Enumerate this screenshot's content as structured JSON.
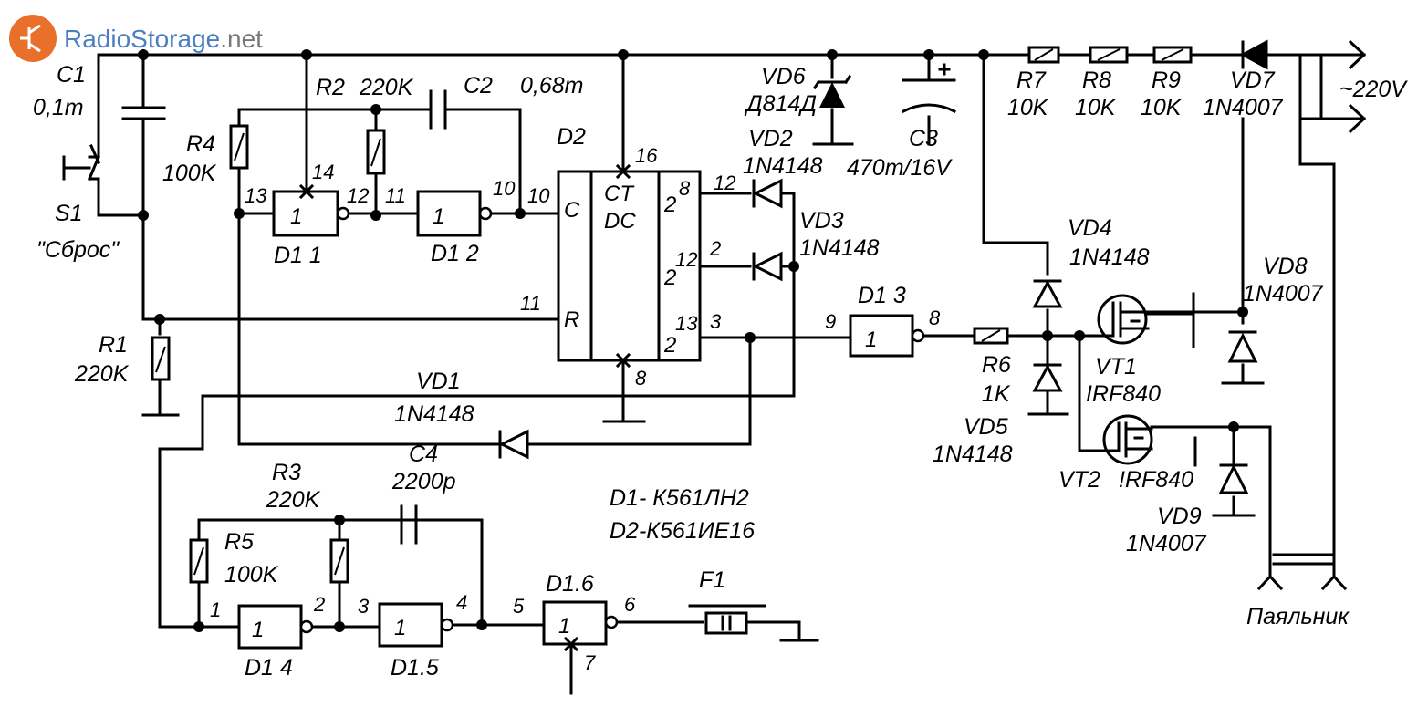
{
  "site": {
    "name_main": "RadioStorage",
    "name_suffix": ".net"
  },
  "components": {
    "C1": {
      "ref": "C1",
      "value": "0,1m"
    },
    "C2": {
      "ref": "C2",
      "value": "0,68m"
    },
    "C3": {
      "ref": "C3",
      "value": "470m/16V"
    },
    "C4": {
      "ref": "C4",
      "value": "2200p"
    },
    "R1": {
      "ref": "R1",
      "value": "220K"
    },
    "R2": {
      "ref": "R2",
      "value": "220K"
    },
    "R3": {
      "ref": "R3",
      "value": "220K"
    },
    "R4": {
      "ref": "R4",
      "value": "100K"
    },
    "R5": {
      "ref": "R5",
      "value": "100K"
    },
    "R6": {
      "ref": "R6",
      "value": "1K"
    },
    "R7": {
      "ref": "R7",
      "value": "10K"
    },
    "R8": {
      "ref": "R8",
      "value": "10K"
    },
    "R9": {
      "ref": "R9",
      "value": "10K"
    },
    "VD1": {
      "ref": "VD1",
      "value": "1N4148"
    },
    "VD2": {
      "ref": "VD2",
      "value": "1N4148"
    },
    "VD3": {
      "ref": "VD3",
      "value": "1N4148"
    },
    "VD4": {
      "ref": "VD4",
      "value": "1N4148"
    },
    "VD5": {
      "ref": "VD5",
      "value": "1N4148"
    },
    "VD6": {
      "ref": "VD6",
      "value": "Д814Д"
    },
    "VD7": {
      "ref": "VD7",
      "value": "1N4007"
    },
    "VD8": {
      "ref": "VD8",
      "value": "1N4007"
    },
    "VD9": {
      "ref": "VD9",
      "value": "1N4007"
    },
    "VT1": {
      "ref": "VT1",
      "value": "IRF840"
    },
    "VT2": {
      "ref": "VT2",
      "value": "!RF840"
    },
    "S1": {
      "ref": "S1",
      "value": "\"Сброс\""
    },
    "F1": {
      "ref": "F1"
    },
    "D2": {
      "ref": "D2"
    }
  },
  "gates": {
    "D1_1": "D1 1",
    "D1_2": "D1 2",
    "D1_3": "D1 3",
    "D1_4": "D1 4",
    "D1_5": "D1.5",
    "D1_6": "D1.6",
    "symbol": "1"
  },
  "counter": {
    "ct": "CT",
    "dc": "DC",
    "clock": "C",
    "reset": "R",
    "out_8_base": "2",
    "out_8_exp": "8",
    "out_12_base": "2",
    "out_12_exp": "12",
    "out_13_base": "2",
    "out_13_exp": "13"
  },
  "pins": {
    "p1": "1",
    "p2": "2",
    "p3": "3",
    "p4": "4",
    "p5": "5",
    "p6": "6",
    "p7": "7",
    "p8": "8",
    "p9": "9",
    "p10a": "10",
    "p10b": "10",
    "p11a": "11",
    "p11b": "11",
    "p12a": "12",
    "p12b": "12",
    "p13": "13",
    "p14": "14",
    "p16": "16",
    "p8b": "8",
    "p2b": "2",
    "p3b": "3"
  },
  "notes": {
    "chip_d1": "D1- К561ЛН2",
    "chip_d2": "D2-К561ИЕ16",
    "mains": "~220V",
    "load": "Паяльник"
  }
}
